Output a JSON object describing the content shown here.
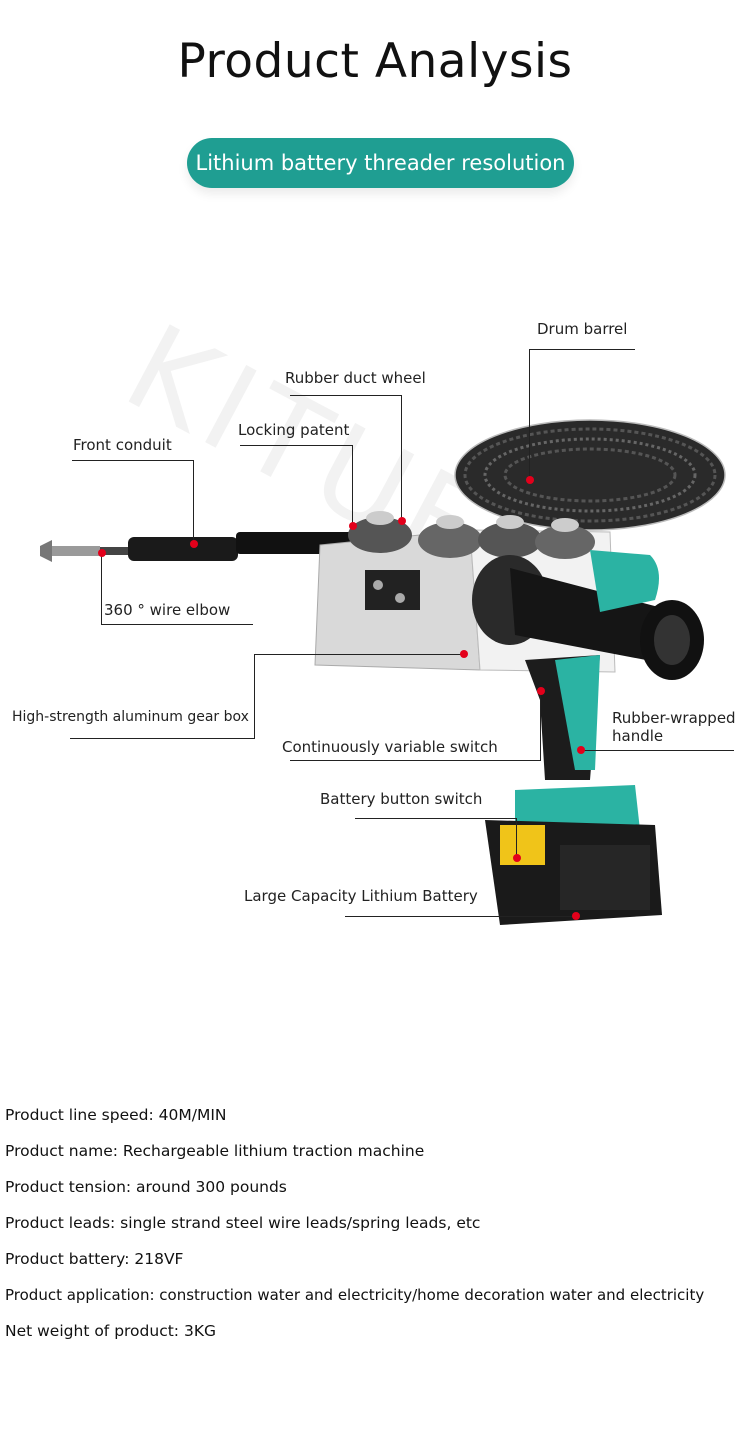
{
  "header": {
    "title": "Product Analysis",
    "subtitle": "Lithium battery threader resolution"
  },
  "watermark": "KITUFY",
  "callouts": {
    "drum_barrel": "Drum barrel",
    "rubber_duct_wheel": "Rubber duct wheel",
    "locking_patent": "Locking patent",
    "front_conduit": "Front conduit",
    "wire_elbow": "360 ° wire elbow",
    "gear_box": "High-strength aluminum gear box",
    "variable_switch": "Continuously variable switch",
    "rubber_handle_line1": "Rubber-wrapped",
    "rubber_handle_line2": "handle",
    "battery_button": "Battery button switch",
    "lithium_battery": "Large Capacity Lithium Battery"
  },
  "specs": [
    "Product line speed: 40M/MIN",
    "Product name: Rechargeable lithium traction machine",
    "Product tension: around 300 pounds",
    "Product leads: single strand steel wire leads/spring leads, etc",
    "Product battery: 218VF",
    "Product application: construction water and electricity/home decoration water and electricity",
    "Net weight of product: 3KG"
  ],
  "colors": {
    "accent_teal": "#1f9e92",
    "marker_red": "#e3001b",
    "tool_teal": "#2bb3a3"
  }
}
